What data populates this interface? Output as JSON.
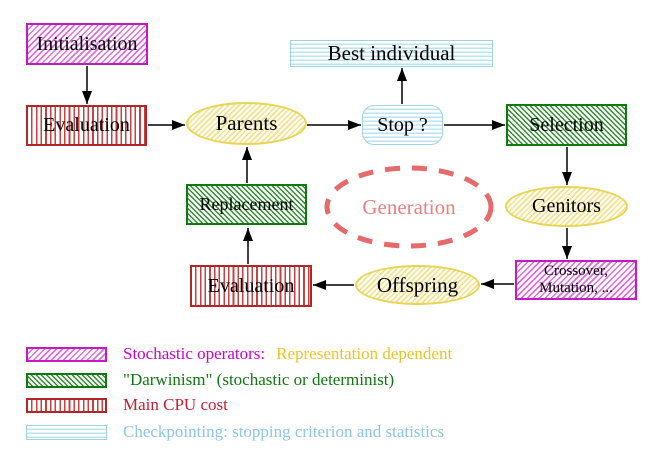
{
  "diagram": {
    "nodes": {
      "initialisation": {
        "label": "Initialisation"
      },
      "evaluation_top": {
        "label": "Evaluation"
      },
      "best_individual": {
        "label": "Best individual"
      },
      "parents": {
        "label": "Parents"
      },
      "stop": {
        "label": "Stop ?"
      },
      "selection": {
        "label": "Selection"
      },
      "replacement": {
        "label": "Replacement"
      },
      "genitors": {
        "label": "Genitors"
      },
      "generation": {
        "label": "Generation"
      },
      "offspring": {
        "label": "Offspring"
      },
      "evaluation_bottom": {
        "label": "Evaluation"
      },
      "crossover": {
        "lines": [
          "Crossover,",
          "Mutation, ..."
        ]
      }
    },
    "colors": {
      "stochastic_magenta": "#cc00cc",
      "darwinism_green": "#117711",
      "cpu_red": "#c22030",
      "checkpoint_blue": "#8cc6e8",
      "population_yellow": "#e9d456",
      "generation_salmon": "#e66a6a",
      "representation_gold": "#ecc523",
      "arrow_black": "#000000"
    }
  },
  "legend": {
    "items": [
      {
        "label": "Stochastic operators:",
        "label2": "Representation dependent"
      },
      {
        "label": "\"Darwinism\" (stochastic or determinist)"
      },
      {
        "label": "Main CPU cost"
      },
      {
        "label": "Checkpointing: stopping criterion and statistics"
      }
    ]
  }
}
